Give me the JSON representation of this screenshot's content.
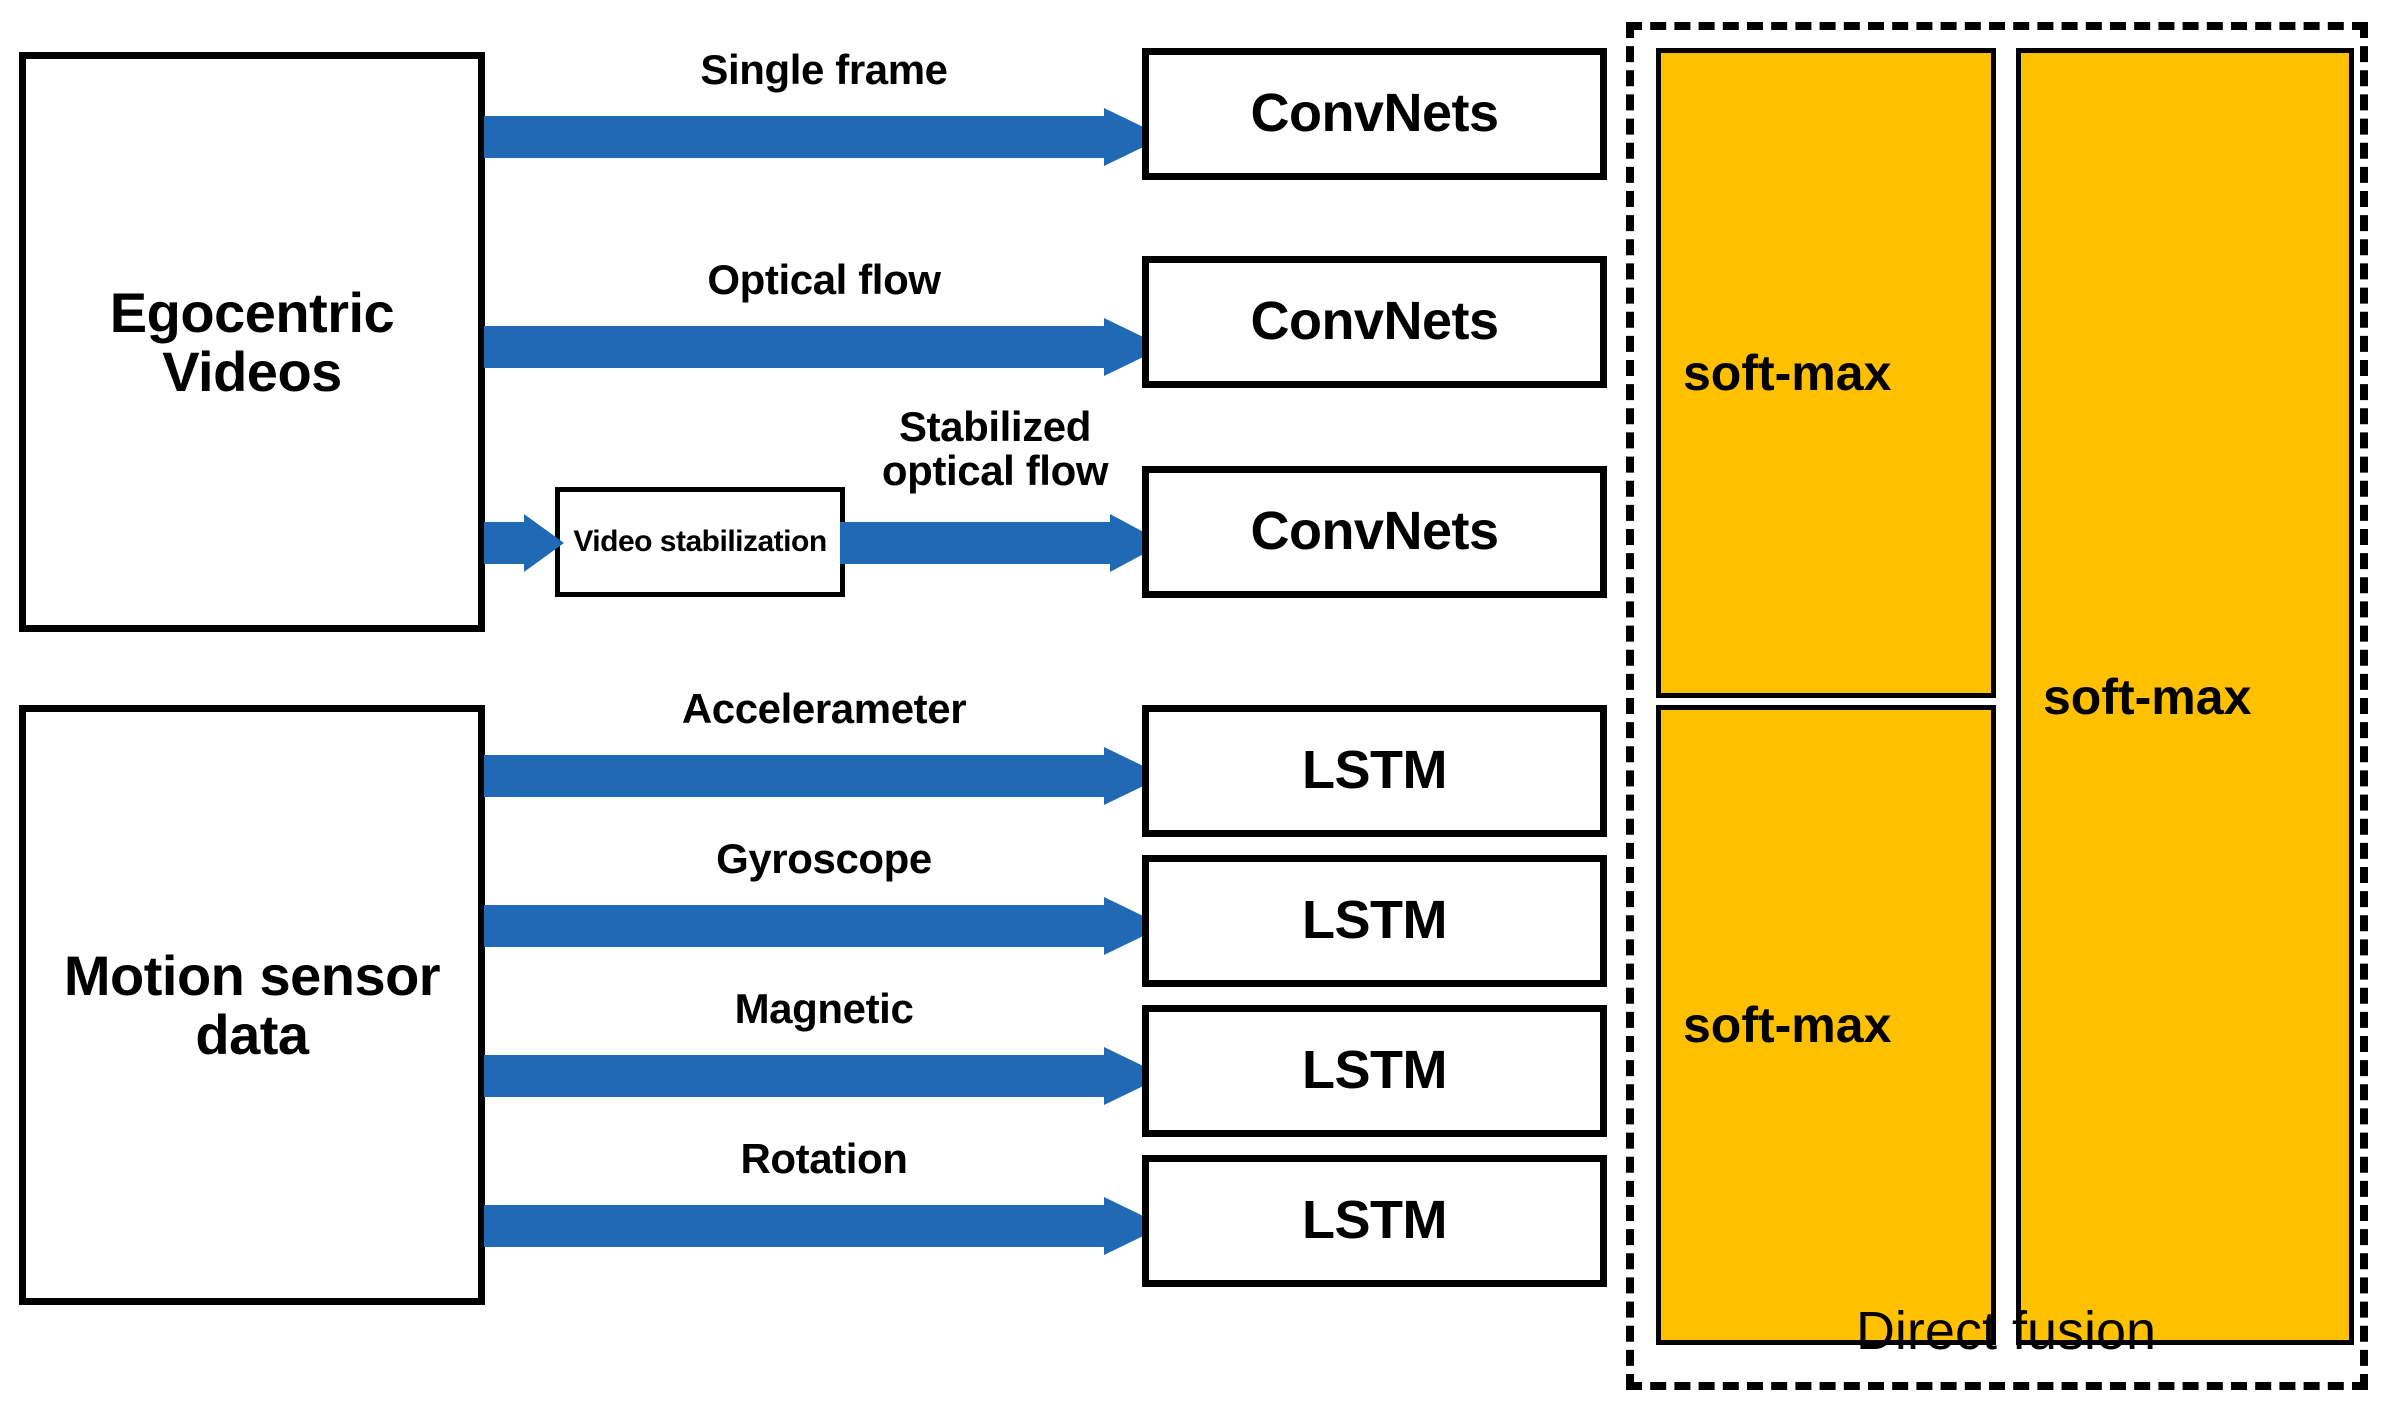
{
  "diagram": {
    "title": "Multimodal egocentric activity recognition architecture",
    "colors": {
      "arrow_blue": "#1F69B5",
      "softmax_orange": "#FFC000",
      "outline_black": "#000000",
      "background_white": "#FFFFFF"
    },
    "sources": [
      {
        "id": "video",
        "label": "Egocentric\nVideos"
      },
      {
        "id": "motion",
        "label": "Motion\nsensor data"
      }
    ],
    "streams": [
      {
        "id": "single-frame",
        "caption": "Single frame",
        "model": "ConvNets"
      },
      {
        "id": "optical-flow",
        "caption": "Optical flow",
        "model": "ConvNets"
      },
      {
        "id": "stabilized-optical-flow",
        "caption": "Stabilized\noptical flow",
        "model": "ConvNets"
      },
      {
        "id": "accelerameter",
        "caption": "Accelerameter",
        "model": "LSTM"
      },
      {
        "id": "gyroscope",
        "caption": "Gyroscope",
        "model": "LSTM"
      },
      {
        "id": "magnetic",
        "caption": "Magnetic",
        "model": "LSTM"
      },
      {
        "id": "rotation",
        "caption": "Rotation",
        "model": "LSTM"
      }
    ],
    "intermediate": {
      "stabilization_label": "Video\nstabilization"
    },
    "fusion": {
      "panel_caption": "Direct fusion",
      "softmax_video_label": "soft-max",
      "softmax_motion_label": "soft-max",
      "softmax_final_label": "soft-max"
    }
  }
}
